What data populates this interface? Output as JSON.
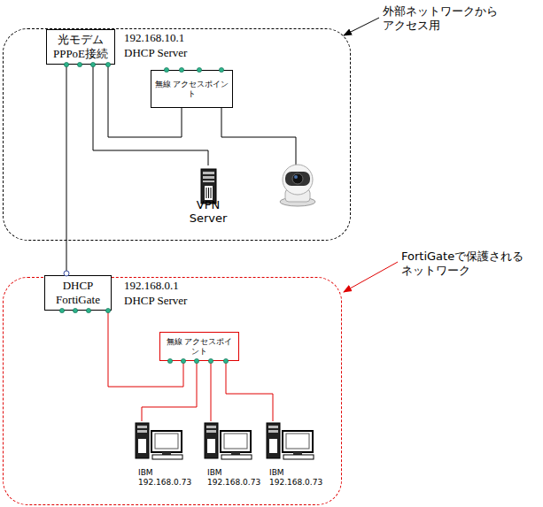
{
  "diagram": {
    "nodes": [
      {
        "text": [
          "外部ネットワークから アクセス用"
        ]
      },
      {
        "text": [
          "光モデム PPPoE接続"
        ],
        "in": 0
      },
      {
        "text": [
          "無線 アクセスポイント"
        ],
        "in": 0
      },
      {
        "text": [
          "VPN Server"
        ],
        "in": 0
      },
      {
        "text": [
          "FortiGateで保護される ネットワーク"
        ]
      },
      {
        "text": [
          "DHCP FortiGate"
        ],
        "in": 4
      },
      {
        "text": [
          "無線 アクセスポイント"
        ],
        "in": 4
      },
      {
        "text": [
          "IBM 192.168.0.73"
        ],
        "in": 4
      },
      {
        "text": [
          "IBM 192.168.0.73"
        ],
        "in": 4
      },
      {
        "text": [
          "IBM 192.168.0.73"
        ],
        "in": 4
      }
    ],
    "edges": [
      {
        "from": 1,
        "to": 2,
        "arrow": "none"
      },
      {
        "from": 1,
        "to": 3,
        "arrow": "none"
      },
      {
        "from": 1,
        "to": 5,
        "arrow": "none"
      },
      {
        "from": 5,
        "to": 6,
        "arrow": "none"
      },
      {
        "from": 6,
        "to": 7,
        "arrow": "none"
      },
      {
        "from": 6,
        "to": 8,
        "arrow": "none"
      },
      {
        "from": 6,
        "to": 9,
        "arrow": "none"
      }
    ],
    "labels": [
      "192.168.10.1",
      "DHCP Server",
      "192.168.0.1",
      "DHCP Server"
    ]
  }
}
